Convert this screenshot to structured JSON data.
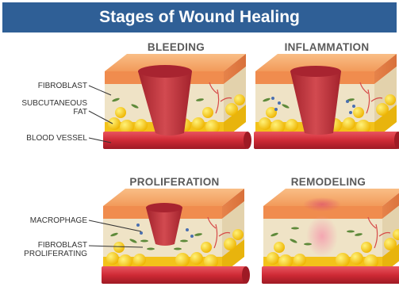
{
  "title": "Stages of Wound Healing",
  "stages": [
    {
      "name": "BLEEDING"
    },
    {
      "name": "INFLAMMATION"
    },
    {
      "name": "PROLIFERATION"
    },
    {
      "name": "REMODELING"
    }
  ],
  "labels": {
    "fibroblast": "FIBROBLAST",
    "subcutaneous_fat_line1": "SUBCUTANEOUS",
    "subcutaneous_fat_line2": "FAT",
    "blood_vessel": "BLOOD VESSEL",
    "macrophage": "MACROPHAGE",
    "fibroblast_proliferating_line1": "FIBROBLAST",
    "fibroblast_proliferating_line2": "PROLIFERATING"
  },
  "colors": {
    "title_bar": "#2f5f96",
    "skin_top": "#f5a86a",
    "skin_side": "#e88a4c",
    "dermis": "#efe3c6",
    "fat": "#f6c51c",
    "vessel": "#cf2a35",
    "wound": "#c4323c"
  }
}
